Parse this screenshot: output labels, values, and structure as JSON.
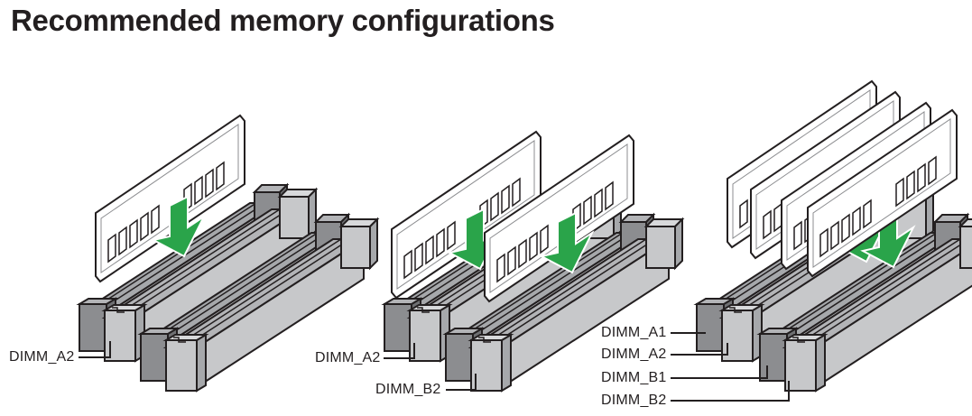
{
  "document": {
    "title": "Recommended memory configurations"
  },
  "configurations": [
    {
      "name": "one-dimm",
      "labels": [
        "DIMM_A2"
      ]
    },
    {
      "name": "two-dimms",
      "labels": [
        "DIMM_A2",
        "DIMM_B2"
      ]
    },
    {
      "name": "four-dimms",
      "labels": [
        "DIMM_A1",
        "DIMM_A2",
        "DIMM_B1",
        "DIMM_B2"
      ]
    }
  ],
  "colors": {
    "arrow": "#2aa44a",
    "slot_dark": "#8c8d90",
    "slot_light": "#c7c8ca",
    "slot_channel": "#a6a8ab",
    "module": "#ffffff",
    "outline": "#231f20"
  }
}
